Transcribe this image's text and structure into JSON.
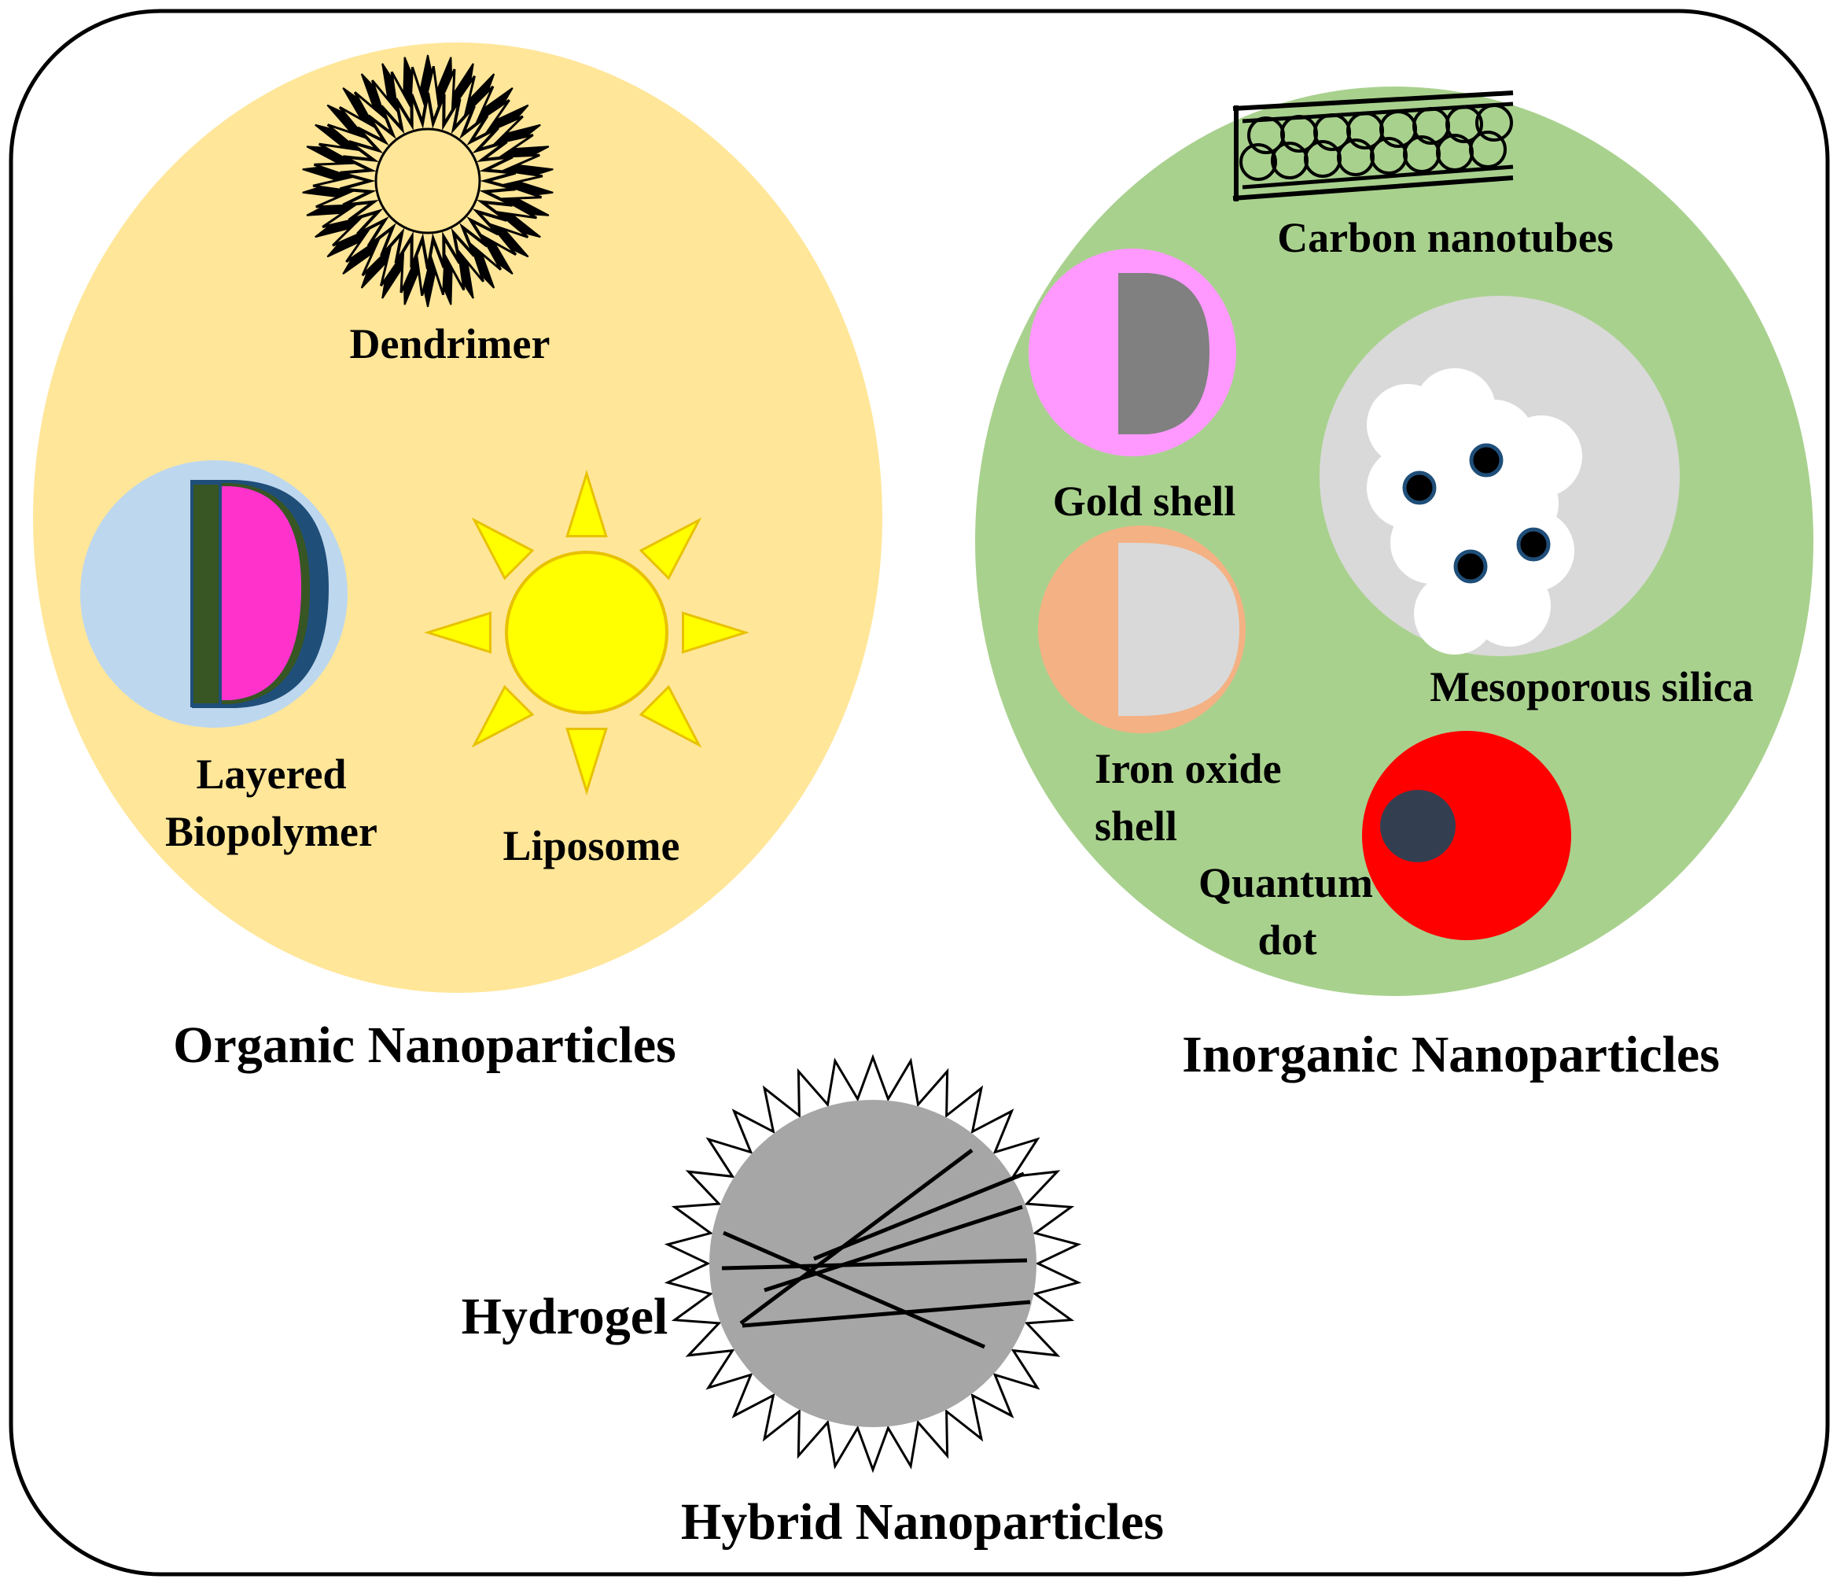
{
  "colors": {
    "frame_stroke": "#000000",
    "organic_fill": "#ffe699",
    "inorganic_fill": "#a9d18e",
    "liposome_fill": "#ffff00",
    "liposome_stroke": "#e8c200",
    "biopolymer_bg": "#bdd7ee",
    "biopolymer_pink": "#ff33cc",
    "biopolymer_green": "#375623",
    "biopolymer_edge": "#1f4e79",
    "gold_pink": "#ff99ff",
    "gold_core": "#808080",
    "iron_shell": "#f4b183",
    "iron_core": "#d9d9d9",
    "silica_bg": "#d9d9d9",
    "silica_pore": "#ffffff",
    "silica_dot": "#000000",
    "silica_dot_ring": "#1f4e79",
    "quantum_red": "#ff0000",
    "quantum_core": "#333f50",
    "hydrogel_fill": "#a6a6a6",
    "hydrogel_spikes_stroke": "#000000"
  },
  "groups": {
    "organic": {
      "title": "Organic Nanoparticles",
      "items": {
        "dendrimer": "Dendrimer",
        "biopolymer_line1": "Layered",
        "biopolymer_line2": "Biopolymer",
        "liposome": "Liposome"
      }
    },
    "inorganic": {
      "title": "Inorganic Nanoparticles",
      "items": {
        "carbon_nanotubes": "Carbon nanotubes",
        "gold_shell": "Gold shell",
        "mesoporous_silica": "Mesoporous silica",
        "iron_oxide_line1": "Iron oxide",
        "iron_oxide_line2": "shell",
        "quantum_line1": "Quantum",
        "quantum_line2": "dot"
      }
    },
    "hybrid": {
      "title": "Hybrid Nanoparticles",
      "items": {
        "hydrogel": "Hydrogel"
      }
    }
  },
  "icons": {
    "dendrimer": "starburst-icon",
    "biopolymer": "layered-d-icon",
    "liposome": "sun-icon",
    "carbon_nanotubes": "tube-of-circles-icon",
    "gold_shell": "half-shell-icon",
    "iron_oxide": "half-shell-icon",
    "mesoporous_silica": "porous-sphere-icon",
    "quantum_dot": "core-dot-icon",
    "hydrogel": "spiked-sphere-icon"
  }
}
